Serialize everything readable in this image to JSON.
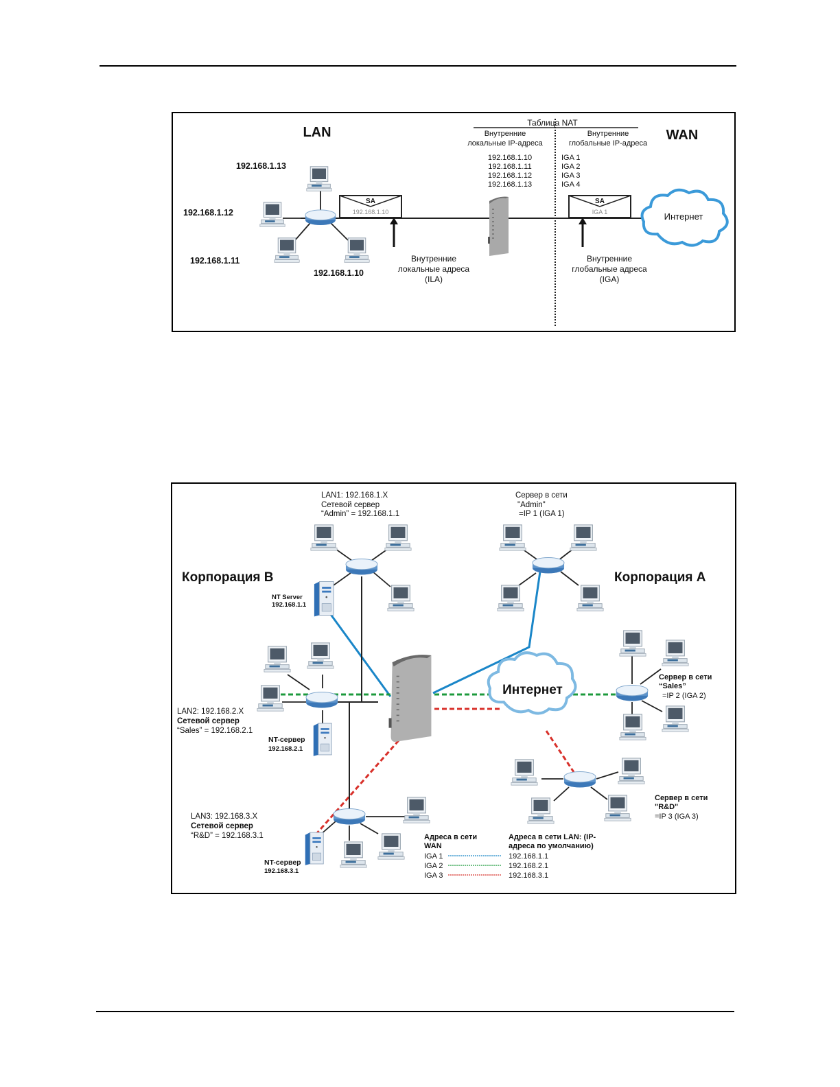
{
  "figure1": {
    "lan_title": "LAN",
    "wan_title": "WAN",
    "nat_table": {
      "title": "Таблица NAT",
      "col_left_header": [
        "Внутренние",
        "локальные IP-адреса"
      ],
      "col_right_header": [
        "Внутренние",
        "глобальные IP-адреса"
      ],
      "rows": [
        {
          "local": "192.168.1.10",
          "global": "IGA 1"
        },
        {
          "local": "192.168.1.11",
          "global": "IGA 2"
        },
        {
          "local": "192.168.1.12",
          "global": "IGA 3"
        },
        {
          "local": "192.168.1.13",
          "global": "IGA 4"
        }
      ]
    },
    "hosts": [
      "192.168.1.13",
      "192.168.1.12",
      "192.168.1.11",
      "192.168.1.10"
    ],
    "packet_lan": {
      "label": "SA",
      "address": "192.168.1.10"
    },
    "packet_wan": {
      "label": "SA",
      "address": "IGA 1"
    },
    "ila_caption": [
      "Внутренние",
      "локальные адреса",
      "(ILA)"
    ],
    "iga_caption": [
      "Внутренние",
      "глобальные адреса",
      "(IGA)"
    ],
    "internet_label": "Интернет"
  },
  "figure2": {
    "corp_b": "Корпорация B",
    "corp_a": "Корпорация A",
    "internet_label": "Интернет",
    "lan1": [
      "LAN1: 192.168.1.X",
      "Сетевой сервер",
      "“Admin” = 192.168.1.1"
    ],
    "nt_server_1": [
      "NT Server",
      "192.168.1.1"
    ],
    "lan2": [
      "LAN2: 192.168.2.X",
      "Сетевой сервер",
      "“Sales” = 192.168.2.1"
    ],
    "nt_server_2": [
      "NT-сервер",
      "192.168.2.1"
    ],
    "lan3": [
      "LAN3: 192.168.3.X",
      "Сетевой сервер",
      "“R&D” = 192.168.3.1"
    ],
    "nt_server_3": [
      "NT-сервер",
      "192.168.3.1"
    ],
    "server_admin": [
      "Сервер в сети",
      "\"Admin\"",
      "=IP 1 (IGA 1)"
    ],
    "server_sales": [
      "Сервер в сети",
      "“Sales”",
      "=IP 2 (IGA 2)"
    ],
    "server_rnd": [
      "Сервер в сети",
      "\"R&D\"",
      "=IP 3 (IGA 3)"
    ],
    "legend": {
      "wan_header": [
        "Адреса в сети",
        "WAN"
      ],
      "lan_header": [
        "Адреса в сети LAN: (IP-",
        "адреса по умолчанию)"
      ],
      "mappings": [
        {
          "wan": "IGA 1",
          "lan": "192.168.1.1",
          "color": "#1a86c8"
        },
        {
          "wan": "IGA 2",
          "lan": "192.168.2.1",
          "color": "#1c9a3c"
        },
        {
          "wan": "IGA 3",
          "lan": "192.168.3.1",
          "color": "#d8302a"
        }
      ]
    },
    "colors": {
      "blue": "#1a86c8",
      "green": "#1c9a3c",
      "red": "#d8302a"
    }
  }
}
